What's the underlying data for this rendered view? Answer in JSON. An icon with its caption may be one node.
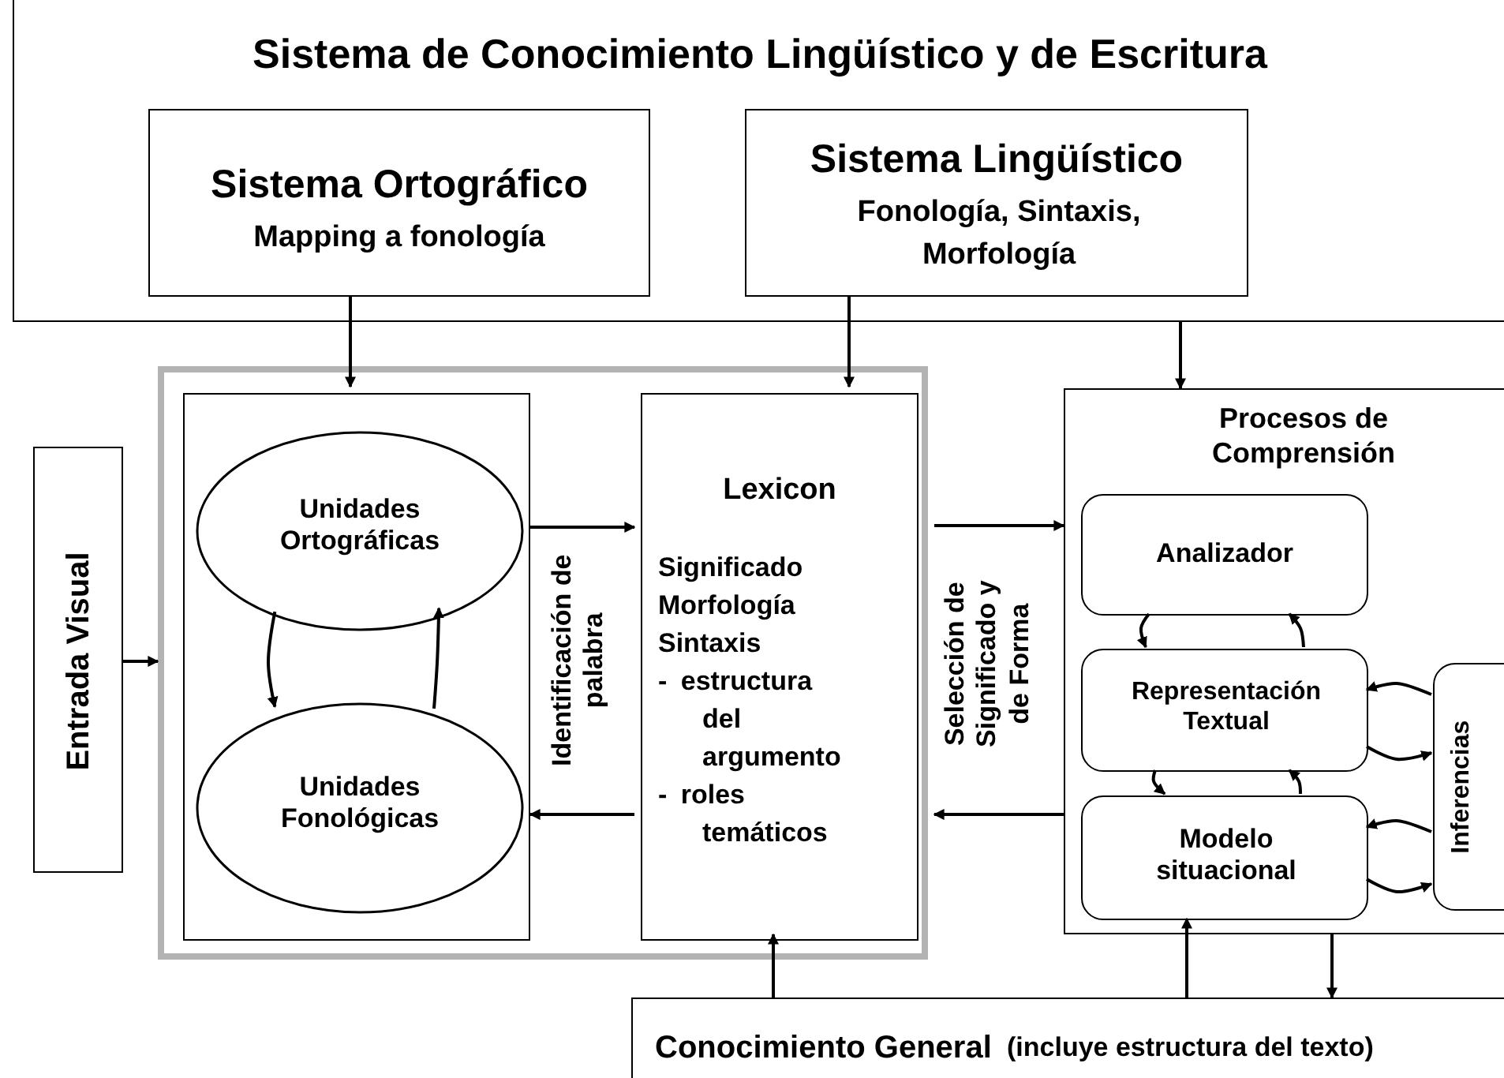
{
  "diagram": {
    "nodes": [
      {
        "text": [
          "Sistema de Conocimiento Lingüístico y de Escritura"
        ]
      },
      {
        "text": [
          "Sistema Ortográfico",
          "Mapping a fonología"
        ],
        "in": 0
      },
      {
        "text": [
          "Sistema Lingüístico",
          "Fonología, Sintaxis, Morfología"
        ],
        "in": 0
      },
      {
        "text": [
          "Entrada Visual"
        ]
      },
      {
        "text": [],
        "shape": "box"
      },
      {
        "text": [],
        "shape": "box",
        "in": 4
      },
      {
        "text": [
          "Unidades Ortográficas"
        ],
        "in": 5
      },
      {
        "text": [
          "Unidades Fonológicas"
        ],
        "in": 5
      },
      {
        "text": [
          "Lexicon",
          "Significado Morfología Sintaxis",
          "- estructura del argumento",
          "- roles temáticos"
        ],
        "in": 4
      },
      {
        "text": [
          "Procesos de Comprensión"
        ]
      },
      {
        "text": [
          "Analizador"
        ],
        "in": 9
      },
      {
        "text": [
          "Representación Textual"
        ],
        "in": 9
      },
      {
        "text": [
          "Modelo situacional"
        ],
        "in": 9
      },
      {
        "text": [
          "Inferencias"
        ],
        "in": 9
      },
      {
        "text": [
          "Conocimiento General",
          "(incluye estructura del texto)"
        ]
      }
    ],
    "edges": [
      {
        "from": 1,
        "to": 5,
        "arrow": "to"
      },
      {
        "from": 2,
        "to": 8,
        "arrow": "to"
      },
      {
        "from": 0,
        "to": 9,
        "arrow": "to"
      },
      {
        "from": 3,
        "to": 4,
        "arrow": "to"
      },
      {
        "from": 6,
        "to": 7,
        "arrow": "to"
      },
      {
        "from": 7,
        "to": 6,
        "arrow": "to"
      },
      {
        "from": 5,
        "to": 8,
        "arrow": "to",
        "label": "Identificación de palabra"
      },
      {
        "from": 8,
        "to": 5,
        "arrow": "to"
      },
      {
        "from": 4,
        "to": 9,
        "arrow": "to",
        "label": "Selección de Significado y de Forma"
      },
      {
        "from": 9,
        "to": 4,
        "arrow": "to"
      },
      {
        "from": 10,
        "to": 11,
        "arrow": "to"
      },
      {
        "from": 11,
        "to": 10,
        "arrow": "to"
      },
      {
        "from": 11,
        "to": 12,
        "arrow": "to"
      },
      {
        "from": 12,
        "to": 11,
        "arrow": "to"
      },
      {
        "from": 13,
        "to": 11,
        "arrow": "to"
      },
      {
        "from": 11,
        "to": 13,
        "arrow": "to"
      },
      {
        "from": 13,
        "to": 12,
        "arrow": "to"
      },
      {
        "from": 12,
        "to": 13,
        "arrow": "to"
      },
      {
        "from": 14,
        "to": 8,
        "arrow": "to"
      },
      {
        "from": 14,
        "to": 12,
        "arrow": "to"
      },
      {
        "from": 9,
        "to": 14,
        "arrow": "to"
      }
    ]
  }
}
